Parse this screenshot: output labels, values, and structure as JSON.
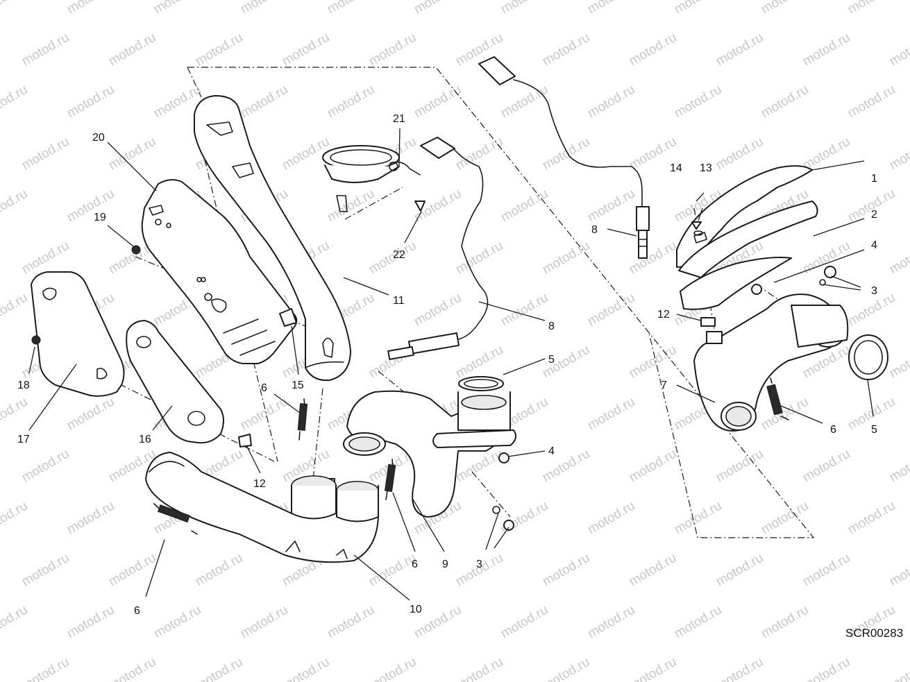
{
  "watermark_text": "motod.ru",
  "drawing_code": "SCR00283",
  "callouts": [
    {
      "id": "c1",
      "label": "1"
    },
    {
      "id": "c2",
      "label": "2"
    },
    {
      "id": "c3a",
      "label": "3"
    },
    {
      "id": "c3b",
      "label": "3"
    },
    {
      "id": "c4a",
      "label": "4"
    },
    {
      "id": "c4b",
      "label": "4"
    },
    {
      "id": "c5a",
      "label": "5"
    },
    {
      "id": "c5b",
      "label": "5"
    },
    {
      "id": "c6a",
      "label": "6"
    },
    {
      "id": "c6b",
      "label": "6"
    },
    {
      "id": "c6c",
      "label": "6"
    },
    {
      "id": "c6d",
      "label": "6"
    },
    {
      "id": "c7",
      "label": "7"
    },
    {
      "id": "c8a",
      "label": "8"
    },
    {
      "id": "c8b",
      "label": "8"
    },
    {
      "id": "c9",
      "label": "9"
    },
    {
      "id": "c10",
      "label": "10"
    },
    {
      "id": "c11",
      "label": "11"
    },
    {
      "id": "c12a",
      "label": "12"
    },
    {
      "id": "c12b",
      "label": "12"
    },
    {
      "id": "c13",
      "label": "13"
    },
    {
      "id": "c14",
      "label": "14"
    },
    {
      "id": "c15",
      "label": "15"
    },
    {
      "id": "c16",
      "label": "16"
    },
    {
      "id": "c17",
      "label": "17"
    },
    {
      "id": "c18",
      "label": "18"
    },
    {
      "id": "c19",
      "label": "19"
    },
    {
      "id": "c20",
      "label": "20"
    },
    {
      "id": "c21",
      "label": "21"
    },
    {
      "id": "c22",
      "label": "22"
    }
  ]
}
